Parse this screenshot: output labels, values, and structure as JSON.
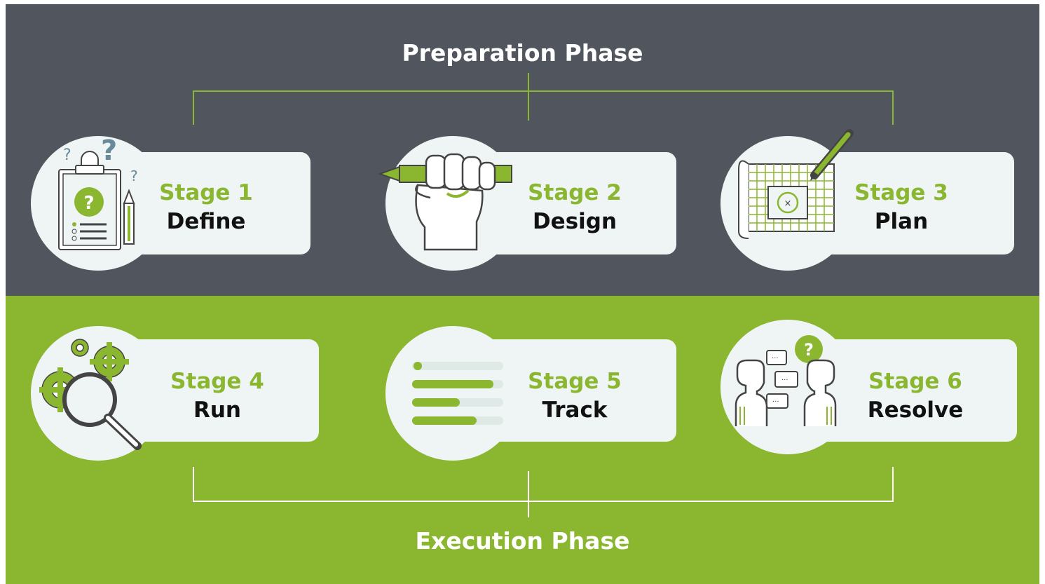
{
  "phases": {
    "preparation": "Preparation Phase",
    "execution": "Execution Phase"
  },
  "stages": [
    {
      "number": "Stage 1",
      "name": "Define",
      "icon": "clipboard-question-icon"
    },
    {
      "number": "Stage 2",
      "name": "Design",
      "icon": "fist-pencil-icon"
    },
    {
      "number": "Stage 3",
      "name": "Plan",
      "icon": "blueprint-pencil-icon"
    },
    {
      "number": "Stage 4",
      "name": "Run",
      "icon": "gears-magnifier-icon"
    },
    {
      "number": "Stage 5",
      "name": "Track",
      "icon": "progress-bars-icon"
    },
    {
      "number": "Stage 6",
      "name": "Resolve",
      "icon": "people-discussion-icon"
    }
  ],
  "colors": {
    "dark_band": "#51555e",
    "green_band": "#8ab630",
    "card": "#eef5f4",
    "accent": "#8ab630",
    "text_dark": "#111111"
  }
}
